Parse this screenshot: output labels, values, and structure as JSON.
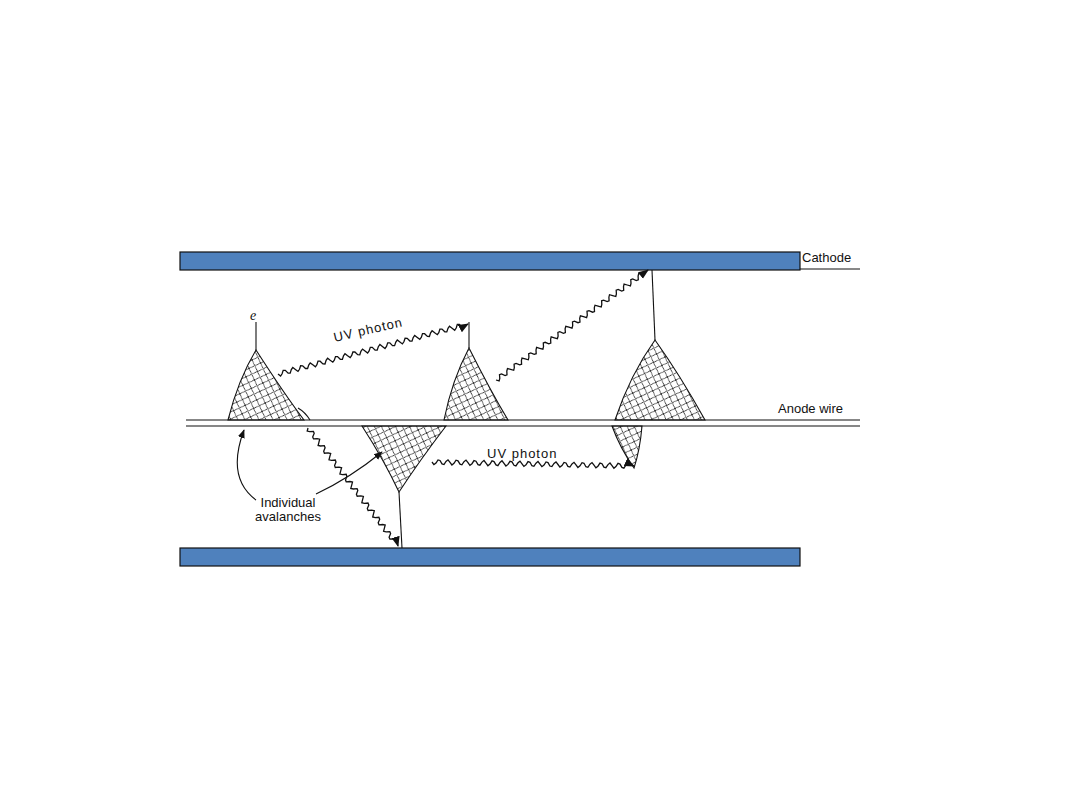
{
  "diagram": {
    "labels": [
      "Cathode",
      "e",
      "UV photon",
      "Anode wire",
      "UV photon",
      "Individual avalanches"
    ]
  }
}
